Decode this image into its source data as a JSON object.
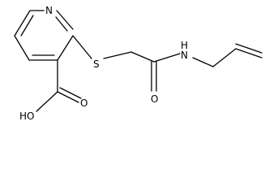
{
  "structure": {
    "atoms": {
      "ring_nitrogen": "N",
      "thioether_sulfur": "S",
      "amide_oxygen": "O",
      "amide_nitrogen_h": "H",
      "amide_nitrogen": "N",
      "carboxyl_hydroxyl": "HO",
      "carboxyl_oxygen": "O"
    }
  }
}
